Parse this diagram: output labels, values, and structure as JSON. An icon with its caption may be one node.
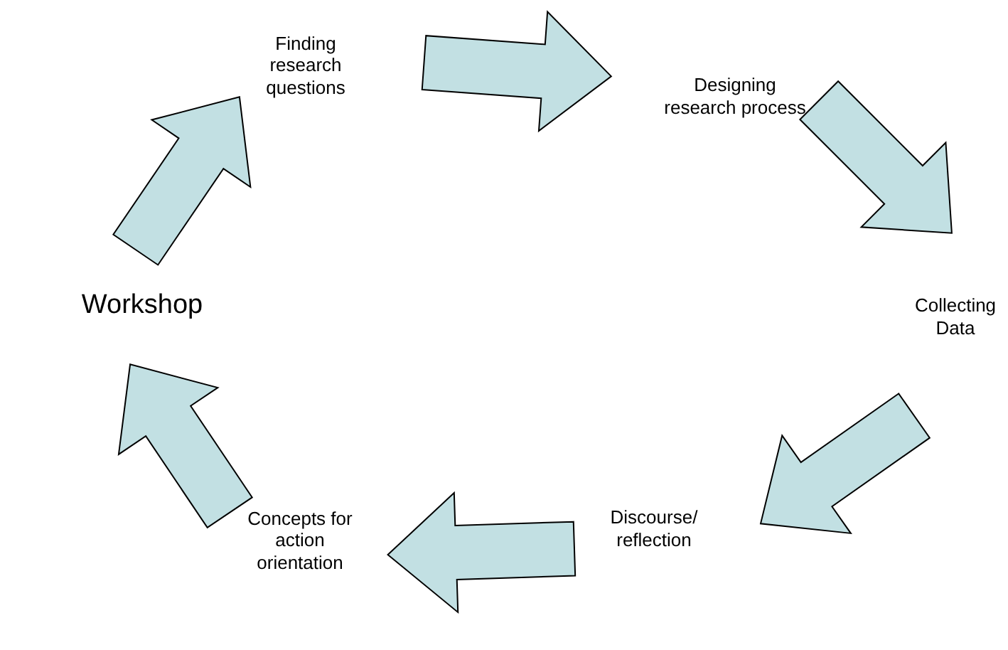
{
  "diagram": {
    "nodes": [
      {
        "text": [
          "Finding research questions"
        ]
      },
      {
        "text": [
          "Designing research process"
        ]
      },
      {
        "text": [
          "Workshop"
        ]
      },
      {
        "text": [
          "Collecting Data"
        ]
      },
      {
        "text": [
          "Concepts for action orientation"
        ]
      },
      {
        "text": [
          "Discourse/ reflection"
        ]
      }
    ],
    "edges": [
      {
        "from": 2,
        "to": 0,
        "arrow": "to"
      },
      {
        "from": 0,
        "to": 1,
        "arrow": "to"
      },
      {
        "from": 1,
        "to": 3,
        "arrow": "to"
      },
      {
        "from": 3,
        "to": 5,
        "arrow": "to"
      },
      {
        "from": 5,
        "to": 4,
        "arrow": "to"
      },
      {
        "from": 4,
        "to": 2,
        "arrow": "to"
      }
    ]
  }
}
